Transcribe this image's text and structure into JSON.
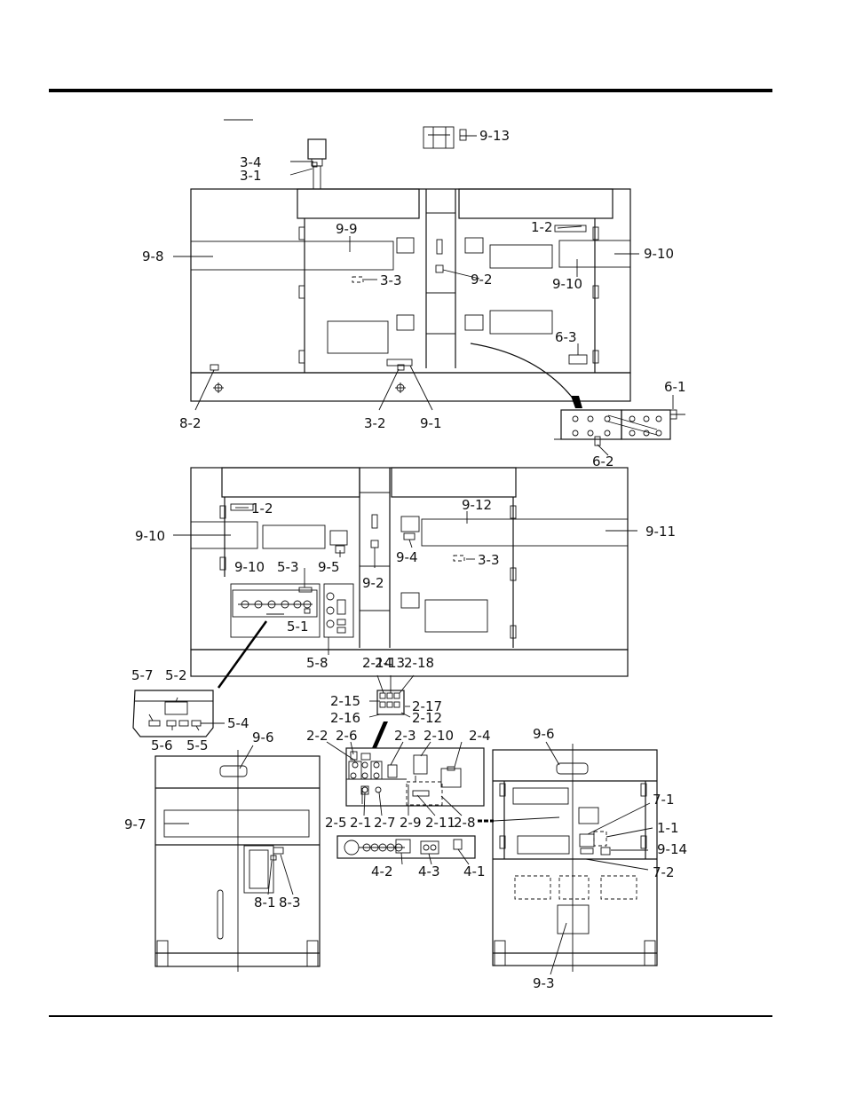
{
  "labels": {
    "l_3_4": "3-4",
    "l_3_1": "3-1",
    "l_9_13": "9-13",
    "l_1_2a": "1-2",
    "l_9_9": "9-9",
    "l_9_8": "9-8",
    "l_9_10a": "9-10",
    "l_9_10b": "9-10",
    "l_3_3a": "3-3",
    "l_9_2a": "9-2",
    "l_6_3": "6-3",
    "l_8_2": "8-2",
    "l_3_2": "3-2",
    "l_9_1": "9-1",
    "l_6_1": "6-1",
    "l_6_2": "6-2",
    "l_1_2b": "1-2",
    "l_9_12": "9-12",
    "l_9_10c": "9-10",
    "l_9_11": "9-11",
    "l_9_4": "9-4",
    "l_3_3b": "3-3",
    "l_9_10d": "9-10",
    "l_5_3": "5-3",
    "l_9_5": "9-5",
    "l_9_2b": "9-2",
    "l_5_1": "5-1",
    "l_5_8": "5-8",
    "l_2_14": "2-14",
    "l_2_13": "2-13",
    "l_2_18": "2-18",
    "l_2_15": "2-15",
    "l_2_17": "2-17",
    "l_2_16": "2-16",
    "l_2_12": "2-12",
    "l_5_7": "5-7",
    "l_5_2": "5-2",
    "l_5_4": "5-4",
    "l_5_6": "5-6",
    "l_5_5": "5-5",
    "l_9_6a": "9-6",
    "l_9_7": "9-7",
    "l_8_1": "8-1",
    "l_8_3": "8-3",
    "l_2_2": "2-2",
    "l_2_6": "2-6",
    "l_2_3": "2-3",
    "l_2_10": "2-10",
    "l_2_4": "2-4",
    "l_2_5": "2-5",
    "l_2_1": "2-1",
    "l_2_7": "2-7",
    "l_2_9": "2-9",
    "l_2_11": "2-11",
    "l_2_8": "2-8",
    "l_4_2": "4-2",
    "l_4_3": "4-3",
    "l_4_1": "4-1",
    "l_9_6b": "9-6",
    "l_7_1": "7-1",
    "l_1_1": "1-1",
    "l_9_14": "9-14",
    "l_7_2": "7-2",
    "l_9_3": "9-3"
  }
}
